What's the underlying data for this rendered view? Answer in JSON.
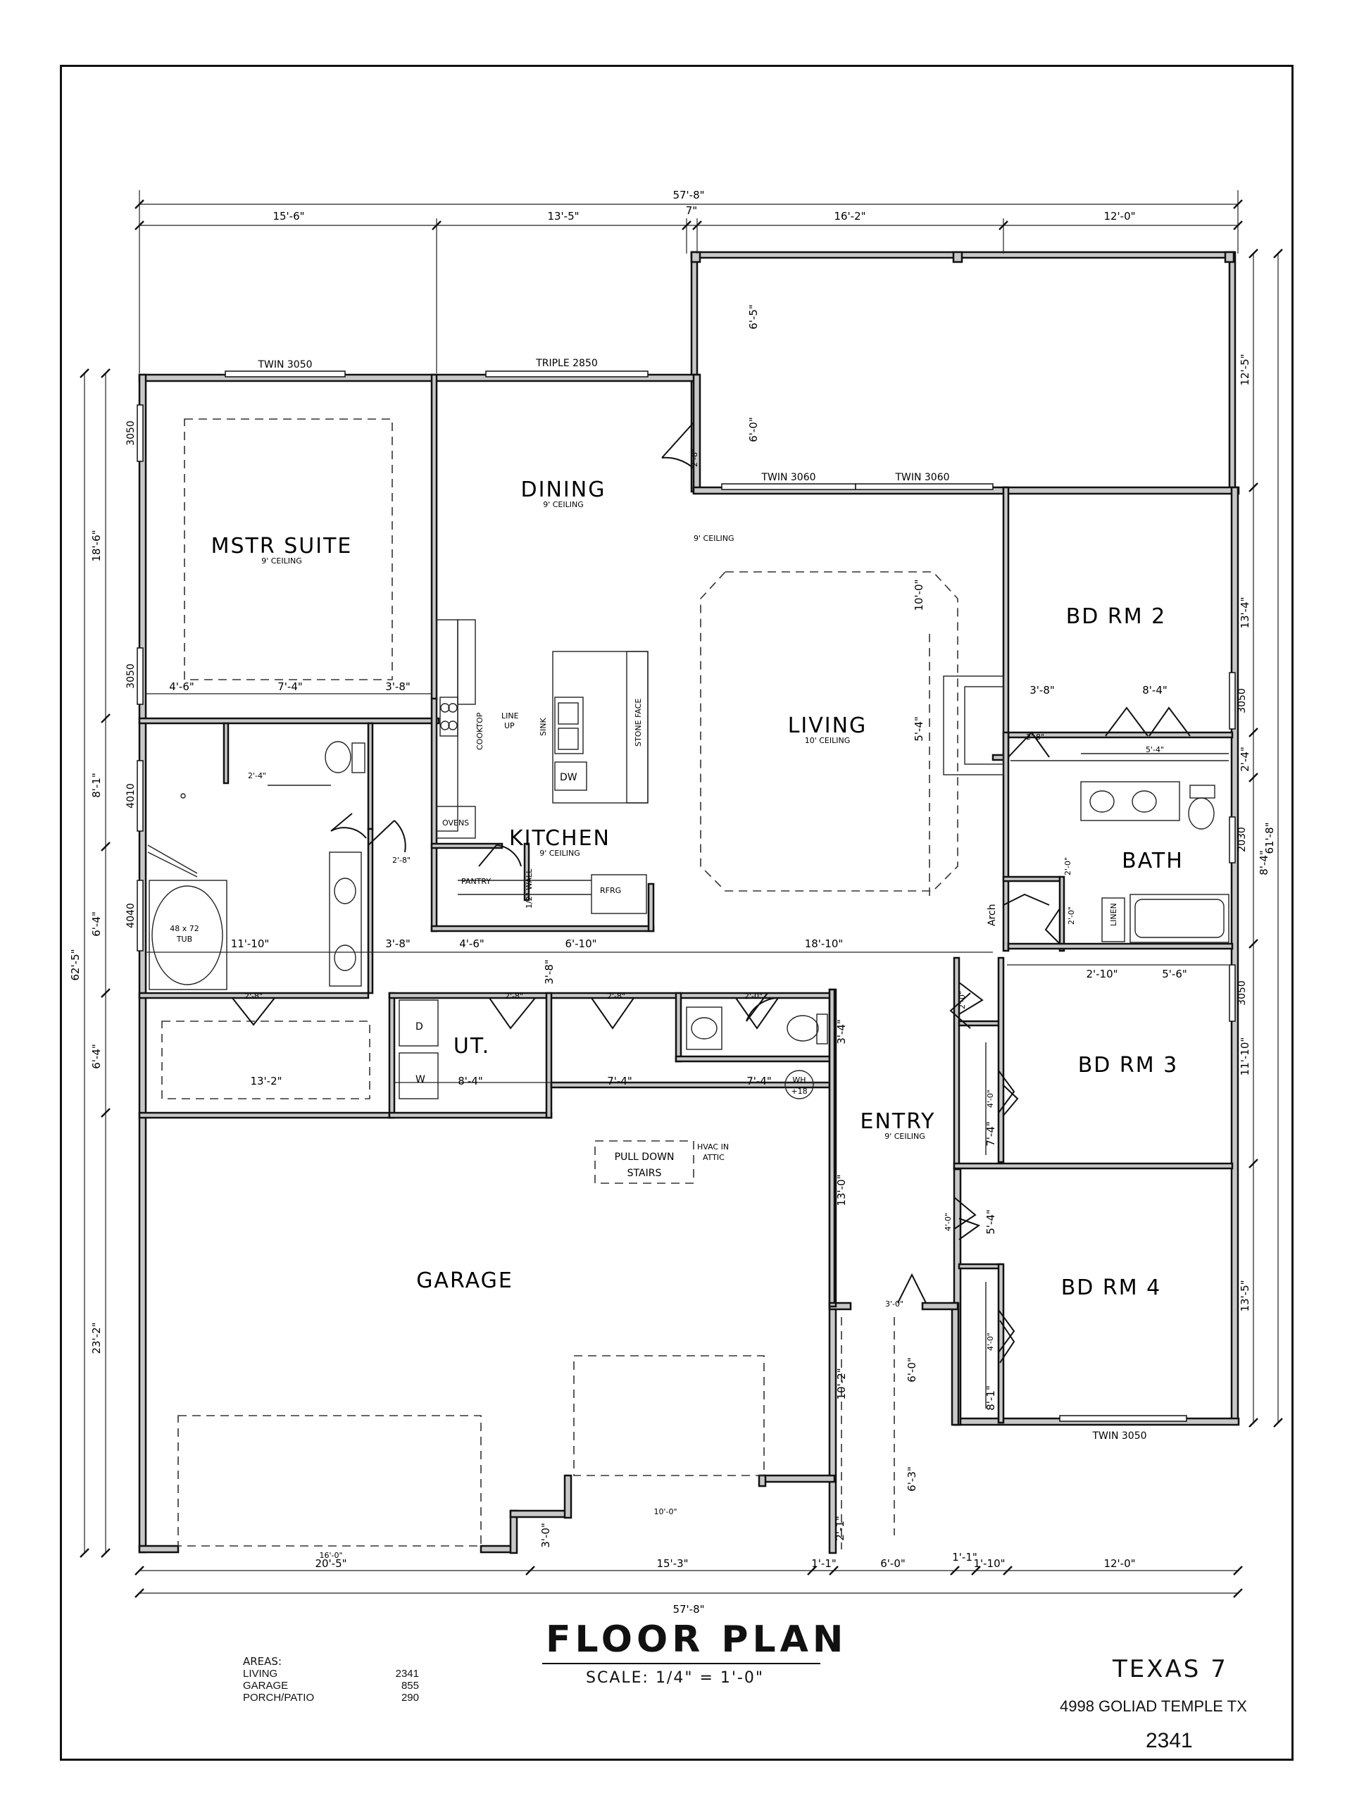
{
  "title": "FLOOR PLAN",
  "scale": "SCALE: 1/4\" = 1'-0\"",
  "project": {
    "name": "TEXAS 7",
    "address": "4998 GOLIAD TEMPLE TX",
    "number": "2341"
  },
  "areas": {
    "heading": "AREAS:",
    "rows": [
      {
        "label": "LIVING",
        "value": "2341"
      },
      {
        "label": "GARAGE",
        "value": "855"
      },
      {
        "label": "PORCH/PATIO",
        "value": "290"
      }
    ]
  },
  "rooms": [
    {
      "name": "MSTR SUITE",
      "ceiling": "9' CEILING"
    },
    {
      "name": "DINING",
      "ceiling": "9' CEILING"
    },
    {
      "name": "LIVING",
      "ceiling": "10' CEILING"
    },
    {
      "name": "KITCHEN",
      "ceiling": "9' CEILING"
    },
    {
      "name": "BD RM 2",
      "ceiling": ""
    },
    {
      "name": "BATH",
      "ceiling": ""
    },
    {
      "name": "BD RM 3",
      "ceiling": ""
    },
    {
      "name": "ENTRY",
      "ceiling": "9' CEILING"
    },
    {
      "name": "BD RM 4",
      "ceiling": ""
    },
    {
      "name": "GARAGE",
      "ceiling": ""
    },
    {
      "name": "UT.",
      "ceiling": ""
    }
  ],
  "notes": {
    "nine_ceiling": "9' CEILING",
    "pull_down_1": "PULL DOWN",
    "pull_down_2": "STAIRS",
    "hvac_1": "HVAC IN",
    "hvac_2": "ATTIC",
    "tub": "48 x 72",
    "tub2": "TUB",
    "wh": "WH",
    "wh2": "+18",
    "ovens": "OVENS",
    "pantry": "PANTRY",
    "rfrg": "RFRG",
    "dw": "DW",
    "cooktop": "COOKTOP",
    "line_up_1": "LINE",
    "line_up_2": "UP",
    "sink": "SINK",
    "stone_face": "STONE FACE",
    "wall": "1/2\" WALL",
    "linen": "LINEN",
    "arch": "Arch",
    "dryer": "D",
    "washer": "W"
  },
  "windows": {
    "twin3050_top": "TWIN 3050",
    "triple2850": "TRIPLE 2850",
    "twin3060_a": "TWIN 3060",
    "twin3060_b": "TWIN 3060",
    "twin3050_bottom": "TWIN 3050",
    "w3050_a": "3050",
    "w3050_b": "3050",
    "w4010": "4010",
    "w4040": "4040",
    "w3050_r1": "3050",
    "w2030": "2030",
    "w3050_r2": "3050"
  },
  "dims": {
    "overall_top": "57'-8\"",
    "overall_bottom": "57'-8\"",
    "top_1": "15'-6\"",
    "top_2": "13'-5\"",
    "top_3": "7\"",
    "top_4": "16'-2\"",
    "top_5": "12'-0\"",
    "left_overall": "62'-5\"",
    "left_1": "18'-6\"",
    "left_2": "8'-1\"",
    "left_3": "6'-4\"",
    "left_4": "6'-4\"",
    "left_5": "23'-2\"",
    "right_overall": "61'-8\"",
    "right_1": "12'-5\"",
    "right_2": "13'-4\"",
    "right_3": "2'-4\"",
    "right_4": "8'-4\"",
    "right_5": "11'-10\"",
    "right_6": "13'-5\"",
    "bottom_1": "20'-5\"",
    "bottom_2": "15'-3\"",
    "bottom_3": "1'-1\"",
    "bottom_4": "6'-0\"",
    "bottom_5": "1'-1\"",
    "bottom_6": "1'-10\"",
    "bottom_7": "12'-0\"",
    "garage_door_1": "16'-0\"",
    "garage_door_2": "10'-0\"",
    "patio_1": "6'-5\"",
    "patio_2": "6'-0\"",
    "living_v": "10'-0\"",
    "fireplace": "5'-4\"",
    "ms_1": "4'-6\"",
    "ms_2": "7'-4\"",
    "ms_3": "3'-8\"",
    "row_1": "11'-10\"",
    "row_2": "3'-8\"",
    "row_3": "4'-6\"",
    "row_4": "6'-10\"",
    "row_5": "18'-10\"",
    "row_6": "2'-10\"",
    "row_7": "5'-6\"",
    "bd2_1": "3'-8\"",
    "bd2_2": "8'-4\"",
    "bd2_3": "5'-4\"",
    "closet_1": "13'-2\"",
    "ut_1": "8'-4\"",
    "g_1": "7'-4\"",
    "g_2": "7'-4\"",
    "entry_v": "13'-0\"",
    "bd3_v": "3'-4\"",
    "bd3_v2": "7'-4\"",
    "bd4_v": "5'-4\"",
    "bd4_v2": "8'-1\"",
    "porch_v": "10'-2\"",
    "porch_v2": "6'-0\"",
    "porch_v3": "6'-3\"",
    "porch_v4": "2'-1\"",
    "step": "3'-0\"",
    "kitchen_v": "3'-8\"",
    "door_28": "2'-8\"",
    "door_20": "2'-0\"",
    "door_24": "2'-4\"",
    "door_30": "3'-0\"",
    "door_40": "4'-0\""
  }
}
